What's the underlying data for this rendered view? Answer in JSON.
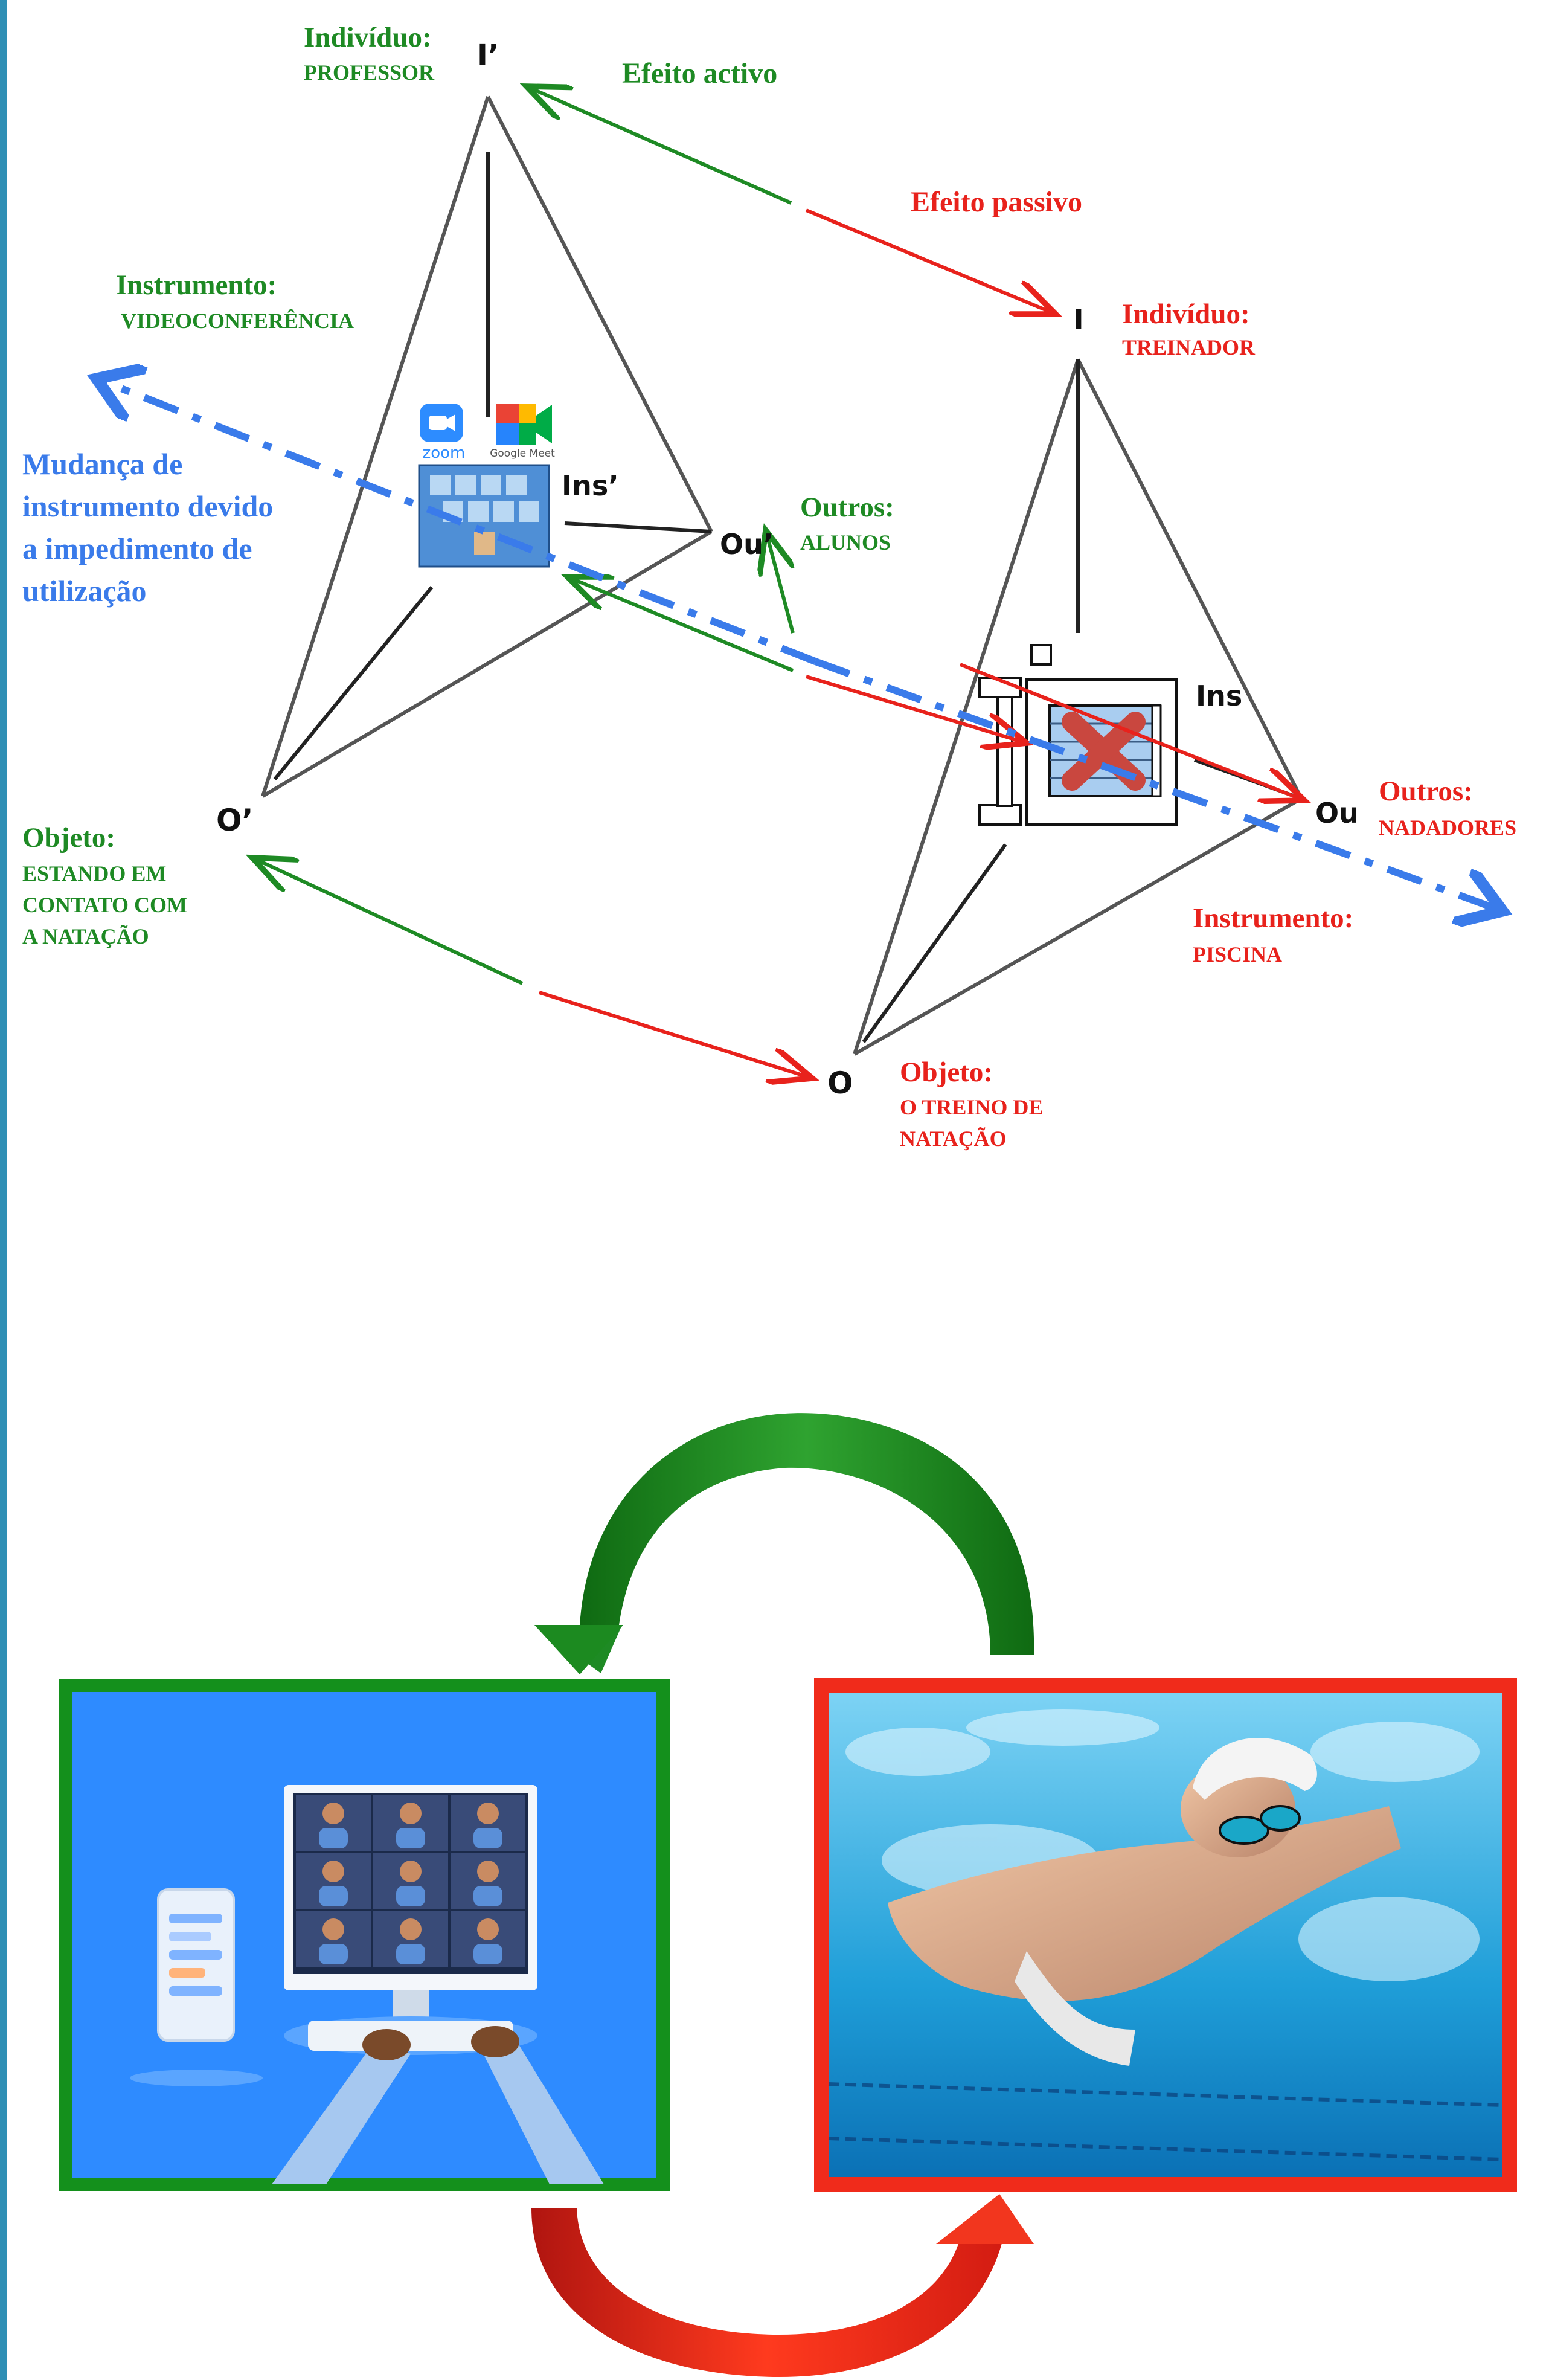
{
  "colors": {
    "green": "#1e8a24",
    "red": "#e8221c",
    "blue": "#3a7bea",
    "gray": "#555555",
    "stripe": "#2f8fb5",
    "screen_blue": "#2e8bff",
    "pool_blue": "#31a6d9"
  },
  "left_triangle": {
    "apex_label": "I’",
    "individual_title": "Indivíduo:",
    "individual_value": "PROFESSOR",
    "instrument_title": "Instrumento:",
    "instrument_value": "VIDEOCONFERÊNCIA",
    "ins_label": "Ins’",
    "others_label": "Ou’",
    "others_title": "Outros:",
    "others_value": "ALUNOS",
    "object_label": "O’",
    "object_title": "Objeto:",
    "object_value_lines": [
      "ESTANDO EM",
      "CONTATO COM",
      "A NATAÇÃO"
    ],
    "app_zoom": "zoom",
    "app_meet": "Google Meet"
  },
  "right_triangle": {
    "apex_label": "I",
    "individual_title": "Indivíduo:",
    "individual_value": "TREINADOR",
    "ins_label": "Ins",
    "others_label": "Ou",
    "others_title": "Outros:",
    "others_value": "NADADORES",
    "instrument_title": "Instrumento:",
    "instrument_value": "PISCINA",
    "object_label": "O",
    "object_title": "Objeto:",
    "object_value_lines": [
      "O TREINO DE",
      "NATAÇÃO"
    ]
  },
  "effects": {
    "active": "Efeito activo",
    "passive": "Efeito passivo"
  },
  "change_note_lines": [
    "Mudança de",
    "instrumento devido",
    "a impedimento de",
    "utilização"
  ],
  "icons": {
    "blocked": "red-x-icon",
    "zoom": "zoom-camera-icon",
    "meet": "google-meet-icon"
  }
}
